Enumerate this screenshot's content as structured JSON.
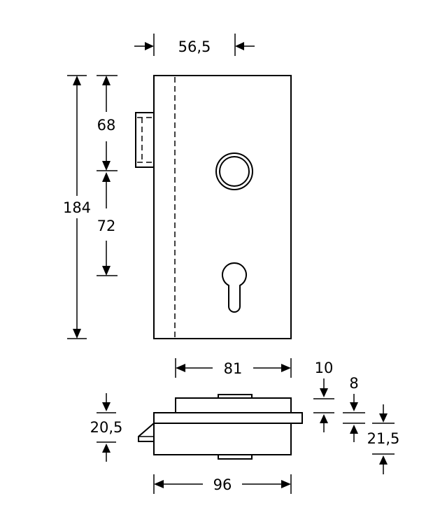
{
  "dimensions": {
    "top_width": "56,5",
    "total_height": "184",
    "upper_height": "68",
    "middle_height": "72",
    "inner_width": "81",
    "glass_10": "10",
    "glass_8": "8",
    "gap_21_5": "21,5",
    "depth_20_5": "20,5",
    "outer_width": "96"
  },
  "colors": {
    "stroke": "#000000",
    "background": "#ffffff"
  }
}
